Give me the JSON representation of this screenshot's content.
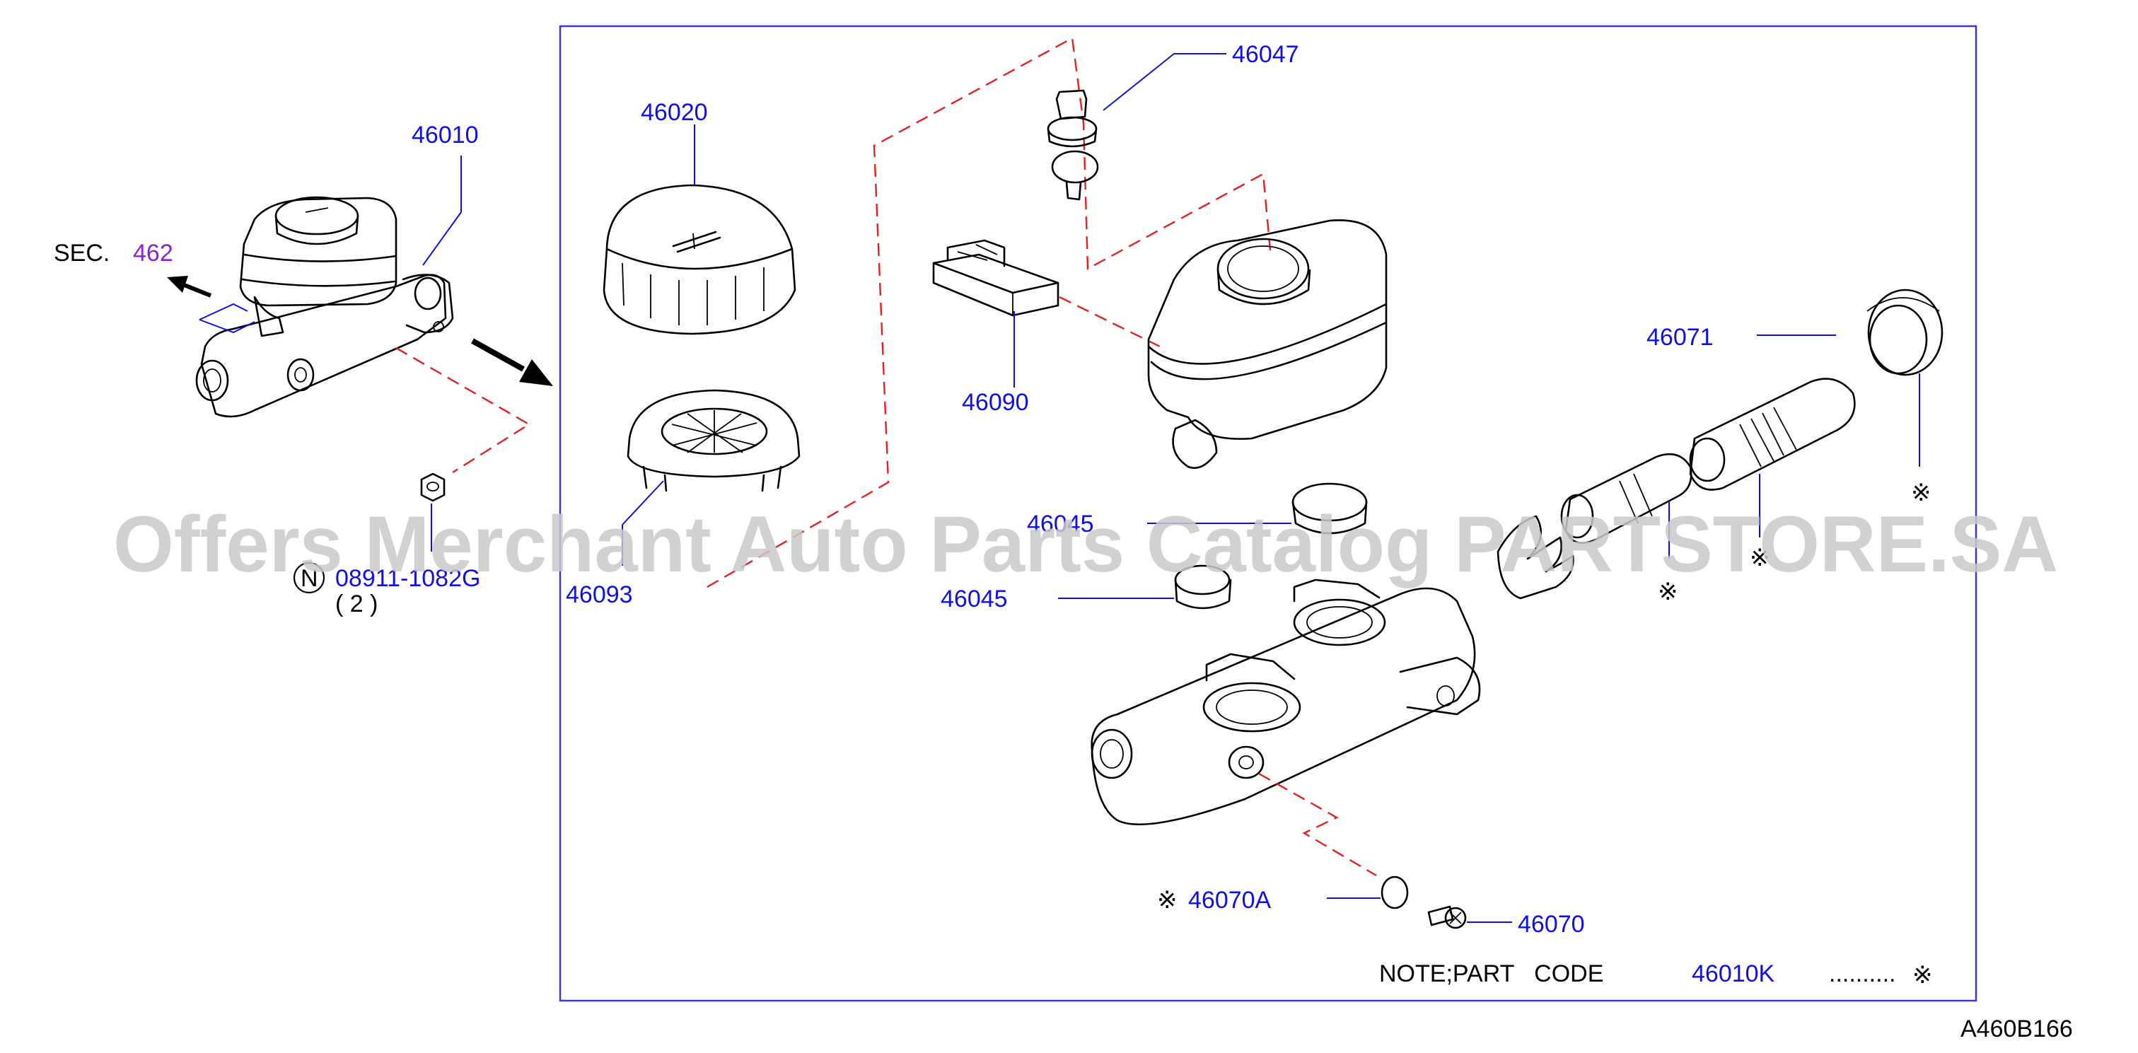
{
  "labels": {
    "p46010": "46010",
    "p46020": "46020",
    "p46047": "46047",
    "p46090": "46090",
    "p46071": "46071",
    "p46093": "46093",
    "p46045a": "46045",
    "p46045b": "46045",
    "p46070a": "46070A",
    "p46070": "46070",
    "bolt": "08911-1082G",
    "qty": "( 2 )",
    "sec_prefix": "SEC.",
    "sec_num": "462",
    "circle_n": "N",
    "note": "NOTE;PART   CODE",
    "note_code": "46010K",
    "note_dots": "..........",
    "mark": "※",
    "diagram_id": "A460B166"
  },
  "watermark": "Offers Merchant Auto Parts Catalog PARTSTORE.SA",
  "colors": {
    "part_number": "#1010e6",
    "section_ref": "#8a22d6",
    "dashed_guide": "#e62020",
    "frame": "#3a3ad0",
    "watermark": "#c9c9c9"
  },
  "icons": [
    "direction-arrow-icon",
    "nut-icon",
    "n-circle-icon"
  ]
}
